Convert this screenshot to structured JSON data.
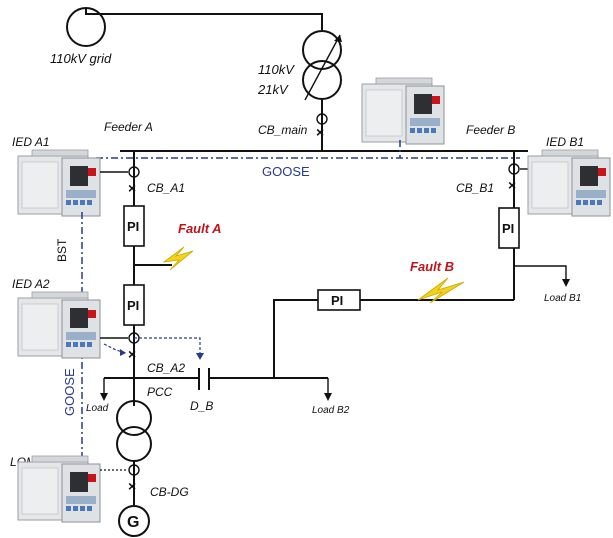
{
  "labels": {
    "grid": "110kV grid",
    "tx_hv": "110kV",
    "tx_lv": "21kV",
    "feeder_a": "Feeder A",
    "feeder_b": "Feeder B",
    "cb_main": "CB_main",
    "goose_top": "GOOSE",
    "ied_a1": "IED A1",
    "ied_b1": "IED B1",
    "cb_a1": "CB_A1",
    "cb_b1": "CB_B1",
    "fault_a": "Fault A",
    "fault_b": "Fault B",
    "bst": "BST",
    "ied_a2": "IED A2",
    "cb_a2": "CB_A2",
    "goose_left": "GOOSE",
    "load_b1": "Load B1",
    "load": "Load",
    "pcc": "PCC",
    "d_b": "D_B",
    "load_b2": "Load B2",
    "lom_ied": "LOM IED",
    "cb_dg": "CB-DG",
    "generator": "G",
    "pi": "PI"
  },
  "colors": {
    "fault": "#c0141a",
    "goose": "#2a3a8c",
    "lightning": "#f2d21a"
  }
}
